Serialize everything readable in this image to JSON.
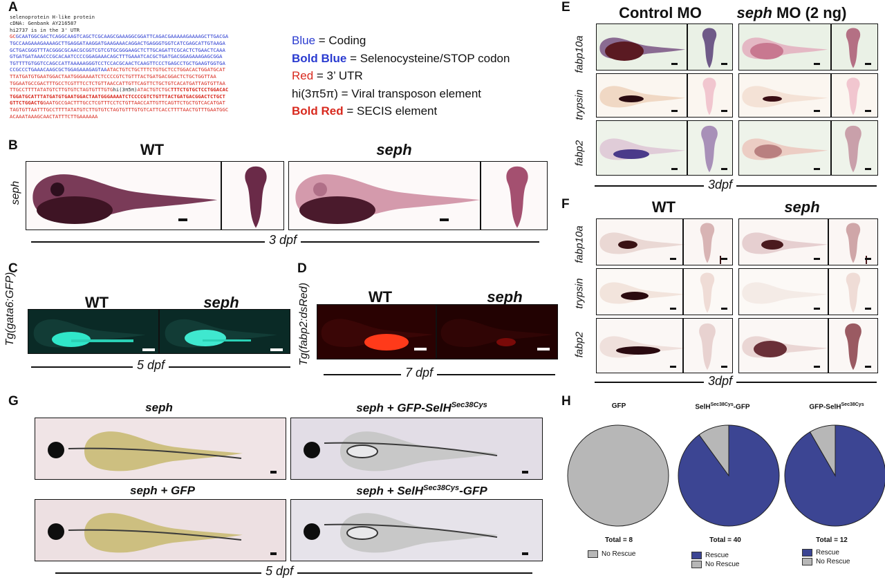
{
  "panels": {
    "A": "A",
    "B": "B",
    "C": "C",
    "D": "D",
    "E": "E",
    "F": "F",
    "G": "G",
    "H": "H"
  },
  "panelA": {
    "header": [
      "selenoprotein H-like protein",
      "cDNA: Genbank AY216587",
      "hi2737 is in the 3' UTR"
    ],
    "sequence_blue": [
      "GCAATGGCGACTCAGGCAAGTCAGCTCGCAAGCGAAAGGCGGATTCAGACGAAAAAGAAAAGCTTGACGA",
      "TGCCAAGAAAGAAAAGCTTGAGGATAAGGATGAAGAAACAGGACTGAGGGTGGTCATCGAGCATTGTAAGA",
      "GCTGACGGGTTTACGGGCGCAACGCGGTCGTCGTGCGGGAAGCTCTTGCAGATTCGCACTCTGAACTCAAA",
      "GTGATGATAAACCCGCACAATCCCCGGAGAAACAGCTTTGAAATCACGCTGATGACGGAGAAAGAGCGGA",
      "TGTTTTGTGGTCCAGCCATTAAAAAGGGTCCTCCACGCAACTCAAGTTCCCTGAGCCTGCTGAAGTGGTGA",
      "CCGCCCTGAAACAAGCGCTGGAGAAAGAGTAA"
    ],
    "sequence_red": [
      "ATACTGTCTGCTTTCTGTGCTCCTGGACACTGGATGCAT",
      "TTATGATGTGAATGGACTAATGGGAAAATCTCCCCGTCTGTTTACTGATGACGGACTCTGCTGGTTAA",
      "TGGAATGCCGACTTTGCCTCGTTTCCTCTGTTAACCATTGTTCAGTTCTGCTGTCACATGATTAGTGTTAA",
      "TTGCCTTTTATATGTCTTGTGTCTAGTGTTTGTG",
      "ATACTGTCTGC",
      "TTTCTGTGCTCCTGGACAC",
      "TGGATGCATTTATGATGTGAATGGACTAATGGGAAAATCTCCCCGTCTGTTTACTGATGACGGACTCTGCT",
      "GTTCTGGACTG",
      "GAATGCCGACTTTGCCTCGTTTCCTCTGTTAACCATTGTTCAGTTCTGCTGTCACATGAT",
      "TAGTGTTAATTTGCCTTTTATATGTCTTGTGTCTAGTGTTTGTGTCATTCACCTTTTAACTGTTTGAATGGC",
      "ACAAATAAAGCAACTATTTCTTGAAAAAA"
    ],
    "transposon_marker": "hi(3π5π)",
    "legend": [
      {
        "key": "Blue",
        "rest": " = Coding",
        "color": "#2a3bd0",
        "bold": false
      },
      {
        "key": "Bold Blue",
        "rest": " = Selenocysteine/STOP codon",
        "color": "#2a3bd0",
        "bold": true
      },
      {
        "key": "Red",
        "rest": " = 3’ UTR",
        "color": "#d8291e",
        "bold": false
      },
      {
        "key": "hi(3π5π)",
        "rest": " = Viral transposon element",
        "color": "#111111",
        "bold": false
      },
      {
        "key": "Bold Red",
        "rest": " = SECIS element",
        "color": "#d8291e",
        "bold": true
      }
    ]
  },
  "panelB": {
    "wt": "WT",
    "mut": "seph",
    "row": "seph",
    "stage": "3 dpf"
  },
  "panelC": {
    "wt": "WT",
    "mut": "seph",
    "tg": "Tg(gata6:GFP)",
    "stage": "5 dpf"
  },
  "panelD": {
    "wt": "WT",
    "mut": "seph",
    "tg": "Tg(fabp2:dsRed)",
    "stage": "7 dpf"
  },
  "panelE": {
    "col1": "Control MO",
    "col2_it": "seph",
    "col2_rest": " MO (2 ng)",
    "rows": [
      "fabp10a",
      "trypsin",
      "fabp2"
    ],
    "stage": "3dpf"
  },
  "panelF": {
    "col1": "WT",
    "col2": "seph",
    "rows": [
      "fabp10a",
      "trypsin",
      "fabp2"
    ],
    "stage": "3dpf"
  },
  "panelG": {
    "labels": [
      "seph",
      "seph + GFP-SelH",
      "seph + GFP",
      "seph + SelH"
    ],
    "sup": "Sec38Cys",
    "suffix_gfp": "-GFP",
    "stage": "5 dpf"
  },
  "panelH": {
    "charts": [
      {
        "title_main": "GFP",
        "title_sup": "",
        "title_suffix": "",
        "total": "Total = 8",
        "legend": [
          "No Rescue"
        ]
      },
      {
        "title_main": "SelH",
        "title_sup": "Sec38Cys",
        "title_suffix": "-GFP",
        "total": "Total = 40",
        "legend": [
          "Rescue",
          "No Rescue"
        ]
      },
      {
        "title_main": "GFP-SelH",
        "title_sup": "Sec38Cys",
        "title_suffix": "",
        "total": "Total = 12",
        "legend": [
          "Rescue",
          "No Rescue"
        ]
      }
    ],
    "colors": {
      "rescue": "#3c4593",
      "no_rescue": "#b7b7b7"
    }
  },
  "chart_data": [
    {
      "type": "pie",
      "title": "GFP",
      "categories": [
        "Rescue",
        "No Rescue"
      ],
      "values": [
        0,
        8
      ]
    },
    {
      "type": "pie",
      "title": "SelH Sec38Cys-GFP",
      "categories": [
        "Rescue",
        "No Rescue"
      ],
      "values": [
        36,
        4
      ]
    },
    {
      "type": "pie",
      "title": "GFP-SelH Sec38Cys",
      "categories": [
        "Rescue",
        "No Rescue"
      ],
      "values": [
        11,
        1
      ]
    }
  ]
}
